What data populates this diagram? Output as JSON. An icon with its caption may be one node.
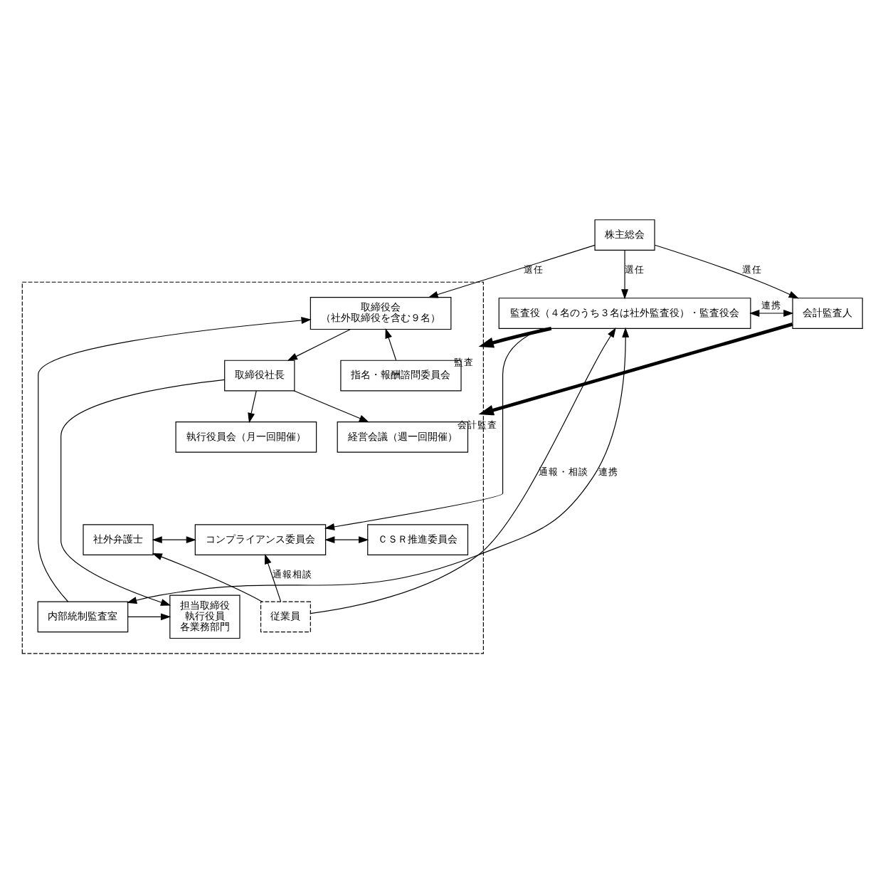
{
  "diagram": {
    "nodes": [
      {
        "text": [
          "株主総会"
        ]
      },
      {
        "text": [
          "会計監査人"
        ]
      },
      {
        "text": [
          "監査役（４名のうち３名は社外監査役）・監査役会"
        ]
      },
      {
        "text": [],
        "shape": "box"
      },
      {
        "text": [
          "取締役会",
          "（社外取締役を含む９名）"
        ],
        "in": 3
      },
      {
        "text": [
          "取締役社長"
        ],
        "in": 3
      },
      {
        "text": [
          "経営会議（週一回開催）"
        ],
        "in": 3
      },
      {
        "text": [
          "執行役員会（月一回開催）"
        ],
        "in": 3
      },
      {
        "text": [
          "指名・報酬諮問委員会"
        ],
        "in": 3
      },
      {
        "text": [
          "社外弁護士"
        ],
        "in": 3
      },
      {
        "text": [
          "コンプライアンス委員会"
        ],
        "in": 3
      },
      {
        "text": [
          "ＣＳＲ推進委員会"
        ],
        "in": 3
      },
      {
        "text": [
          "担当取締役",
          "執行役員",
          "各業務部門"
        ],
        "in": 3
      },
      {
        "text": [
          "従業員"
        ],
        "in": 3
      },
      {
        "text": [
          "内部統制監査室"
        ],
        "in": 3
      }
    ],
    "edges": [
      {
        "from": 0,
        "to": 1,
        "arrow": "to",
        "label": "選任"
      },
      {
        "from": 0,
        "to": 4,
        "arrow": "to",
        "label": "選任"
      },
      {
        "from": 0,
        "to": 2,
        "arrow": "to",
        "label": "選任"
      },
      {
        "from": 1,
        "to": 3,
        "arrow": "to",
        "label": "会計監査",
        "style": "thick"
      },
      {
        "from": 2,
        "to": 3,
        "arrow": "to",
        "label": "監査",
        "style": "thick"
      },
      {
        "from": 4,
        "to": 5,
        "arrow": "to"
      },
      {
        "from": 5,
        "to": 6,
        "arrow": "to"
      },
      {
        "from": 5,
        "to": 7,
        "arrow": "to"
      },
      {
        "from": 5,
        "to": 12,
        "arrow": "to"
      },
      {
        "from": 8,
        "to": 4,
        "arrow": "to"
      },
      {
        "from": 14,
        "to": 4,
        "arrow": "to"
      },
      {
        "from": 9,
        "to": 10,
        "arrow": "both"
      },
      {
        "from": 10,
        "to": 11,
        "arrow": "both"
      },
      {
        "from": 2,
        "to": 10,
        "arrow": "to"
      },
      {
        "from": 14,
        "to": 12,
        "arrow": "to"
      },
      {
        "from": 14,
        "to": 2,
        "arrow": "both",
        "label": "連携"
      },
      {
        "from": 13,
        "to": 9,
        "arrow": "to"
      },
      {
        "from": 13,
        "to": 10,
        "arrow": "to",
        "label": "通報相談"
      },
      {
        "from": 13,
        "to": 2,
        "arrow": "to",
        "label": "通報・相談"
      },
      {
        "from": 2,
        "to": 1,
        "arrow": "both",
        "label": "連携"
      }
    ]
  }
}
